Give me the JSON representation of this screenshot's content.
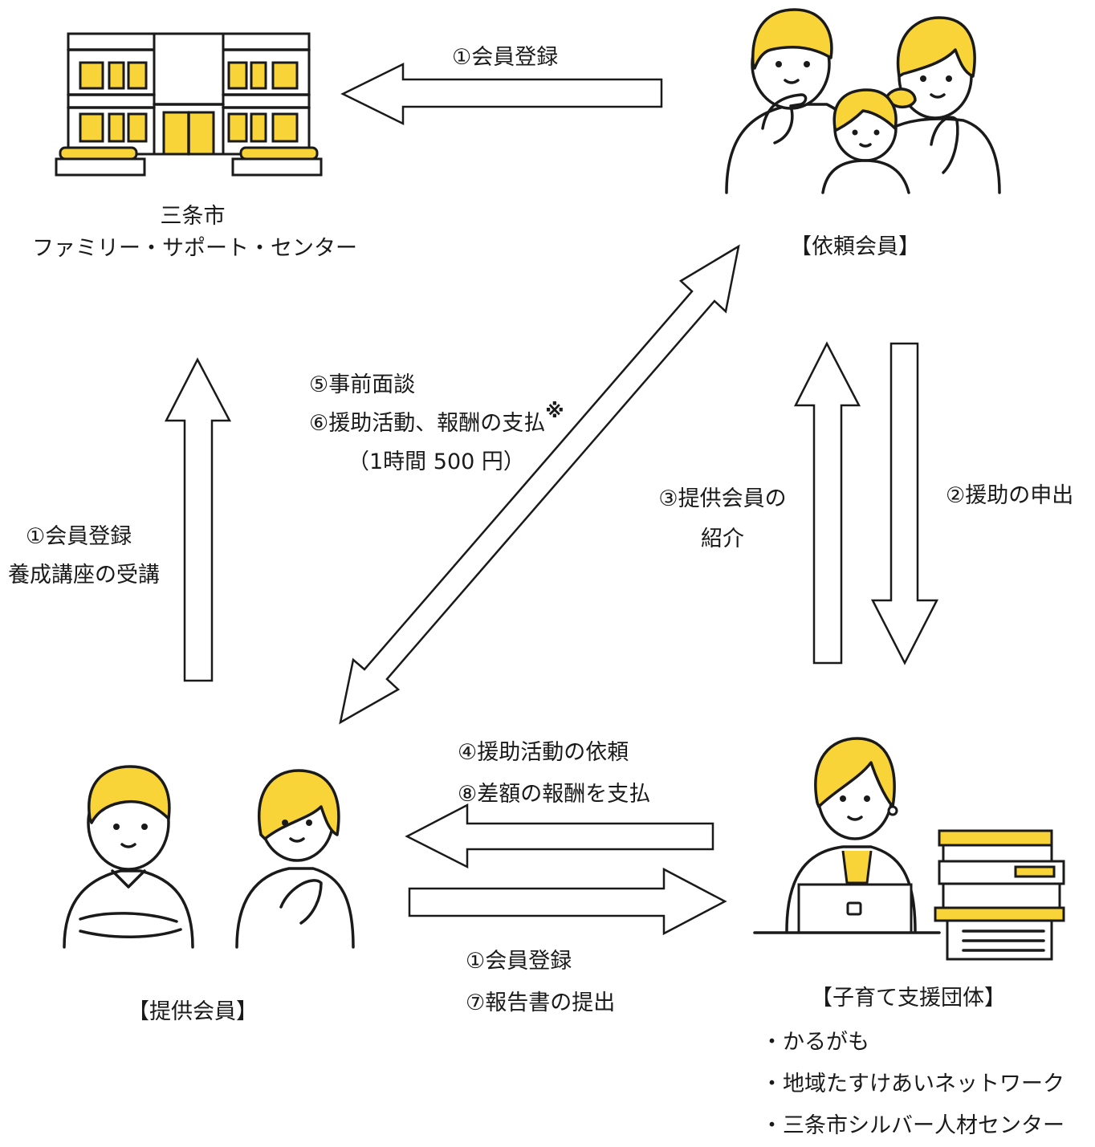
{
  "center": {
    "line1": "三条市",
    "line2": "ファミリー・サポート・センター"
  },
  "requester": {
    "label": "【依頼会員】"
  },
  "provider": {
    "label": "【提供会員】"
  },
  "organization": {
    "label": "【子育て支援団体】",
    "items": [
      "・かるがも",
      "・地域たすけあいネットワーク",
      "・三条市シルバー人材センター"
    ]
  },
  "flows": {
    "top": "①会員登録",
    "left_line1": "①会員登録",
    "left_line2": "養成講座の受講",
    "diag_line1": "⑤事前面談",
    "diag_line2": "⑥援助活動、報酬の支払",
    "diag_mark": "※",
    "diag_line3": "（1時間 500 円）",
    "right_up_line1": "③提供会員の",
    "right_up_line2": "紹介",
    "right_down": "②援助の申出",
    "bottom_upper_line1": "④援助活動の依頼",
    "bottom_upper_line2": "⑧差額の報酬を支払",
    "bottom_lower_line1": "①会員登録",
    "bottom_lower_line2": "⑦報告書の提出"
  }
}
